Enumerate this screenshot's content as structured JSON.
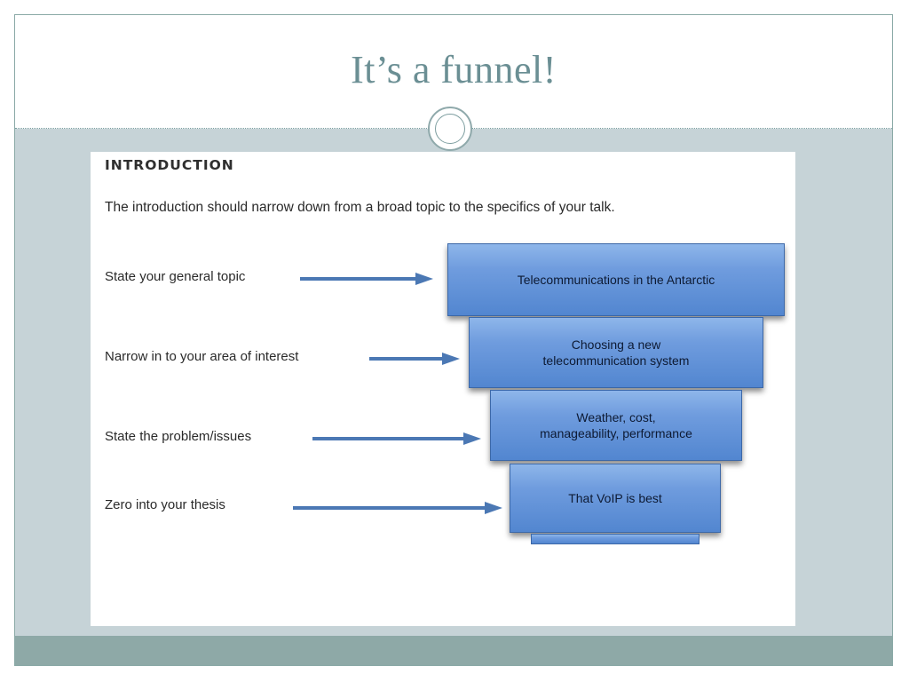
{
  "slide": {
    "title": "It’s a funnel!"
  },
  "figure": {
    "heading": "INTRODUCTION",
    "description": "The introduction should narrow down from a broad topic to the specifics of your talk.",
    "rows": [
      {
        "label": "State your general topic",
        "box_text": "Telecommunications in the Antarctic"
      },
      {
        "label": "Narrow in to your area of interest",
        "box_text": "Choosing a new\ntelecommunication system"
      },
      {
        "label": "State the problem/issues",
        "box_text": "Weather, cost,\nmanageability, performance"
      },
      {
        "label": "Zero into your thesis",
        "box_text": "That VoIP is best"
      }
    ]
  },
  "colors": {
    "title": "#6b8f94",
    "frame_background": "#c6d3d7",
    "bottom_band": "#8ea9a7",
    "arrow": "#4b78b4",
    "funnel_box": "#5f8fd6"
  }
}
